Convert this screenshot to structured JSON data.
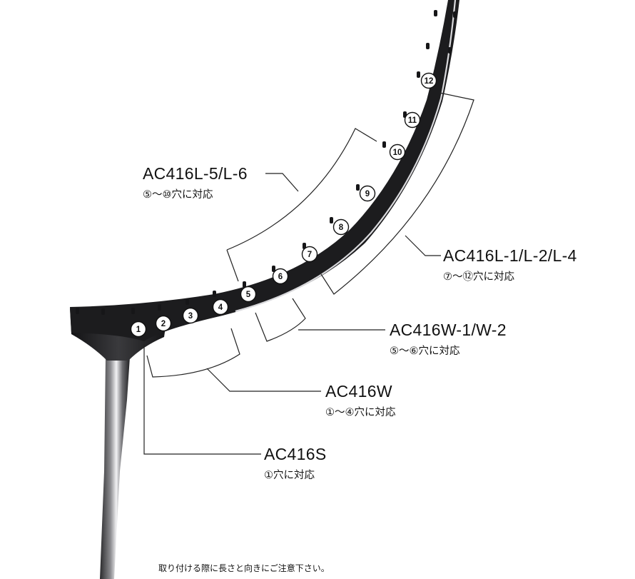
{
  "hole_labels": [
    "①",
    "②",
    "③",
    "④",
    "⑤",
    "⑥",
    "⑦",
    "⑧",
    "⑨",
    "⑩",
    "⑪",
    "⑫"
  ],
  "hole_numbers": [
    "1",
    "2",
    "3",
    "4",
    "5",
    "6",
    "7",
    "8",
    "9",
    "10",
    "11",
    "12"
  ],
  "callouts": {
    "l56": {
      "title": "AC416L-5/L-6",
      "sub": "⑤～⑩穴に対応"
    },
    "l124": {
      "title": "AC416L-1/L-2/L-4",
      "sub": "⑦～⑫穴に対応"
    },
    "w12": {
      "title": "AC416W-1/W-2",
      "sub": "⑤～⑥穴に対応"
    },
    "w": {
      "title": "AC416W",
      "sub": "①～④穴に対応"
    },
    "s": {
      "title": "AC416S",
      "sub": "①穴に対応"
    }
  },
  "footnote": "取り付ける際に長さと向きにご注意下さい。",
  "colors": {
    "frame": "#1c1c1e",
    "frame_highlight": "#d9d9dc",
    "line": "#222222",
    "badge_fill": "#ffffff",
    "badge_stroke": "#111111"
  }
}
